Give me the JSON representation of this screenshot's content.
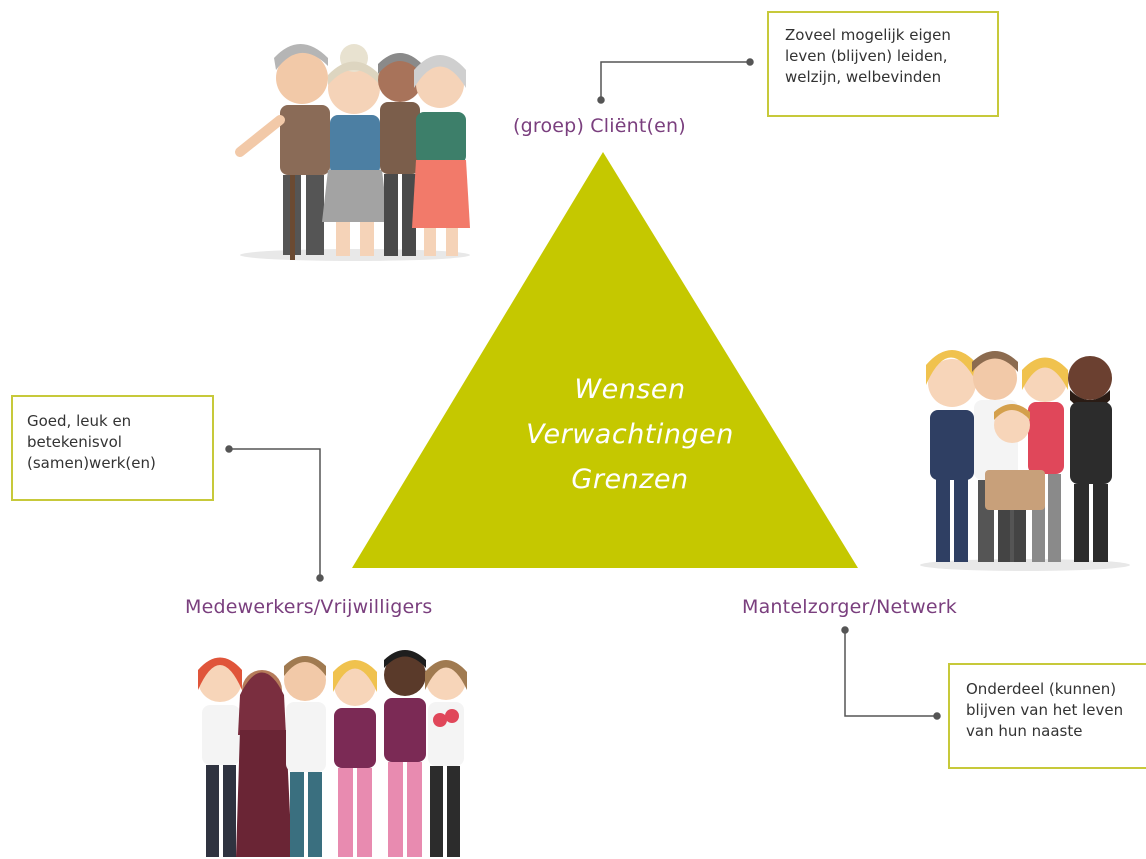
{
  "triangle": {
    "color": "#c5c800",
    "lines": [
      "Wensen",
      "Verwachtingen",
      "Grenzen"
    ]
  },
  "roles": {
    "client": "(groep) Cliënt(en)",
    "staff": "Medewerkers/Vrijwilligers",
    "family": "Mantelzorger/Netwerk"
  },
  "notes": {
    "client": [
      "Zoveel mogelijk eigen",
      "leven (blijven) leiden,",
      "welzijn, welbevinden"
    ],
    "staff": [
      "Goed, leuk en",
      "betekenisvol",
      "(samen)werk(en)"
    ],
    "family": [
      "Onderdeel (kunnen)",
      "blijven van het leven",
      "van hun naaste"
    ]
  },
  "colors": {
    "label_purple": "#7a3f7e",
    "note_border": "#c7c93a",
    "connector": "#555555"
  },
  "illustrations": [
    "elderly-group-illustration",
    "family-network-illustration",
    "care-staff-group-illustration"
  ]
}
